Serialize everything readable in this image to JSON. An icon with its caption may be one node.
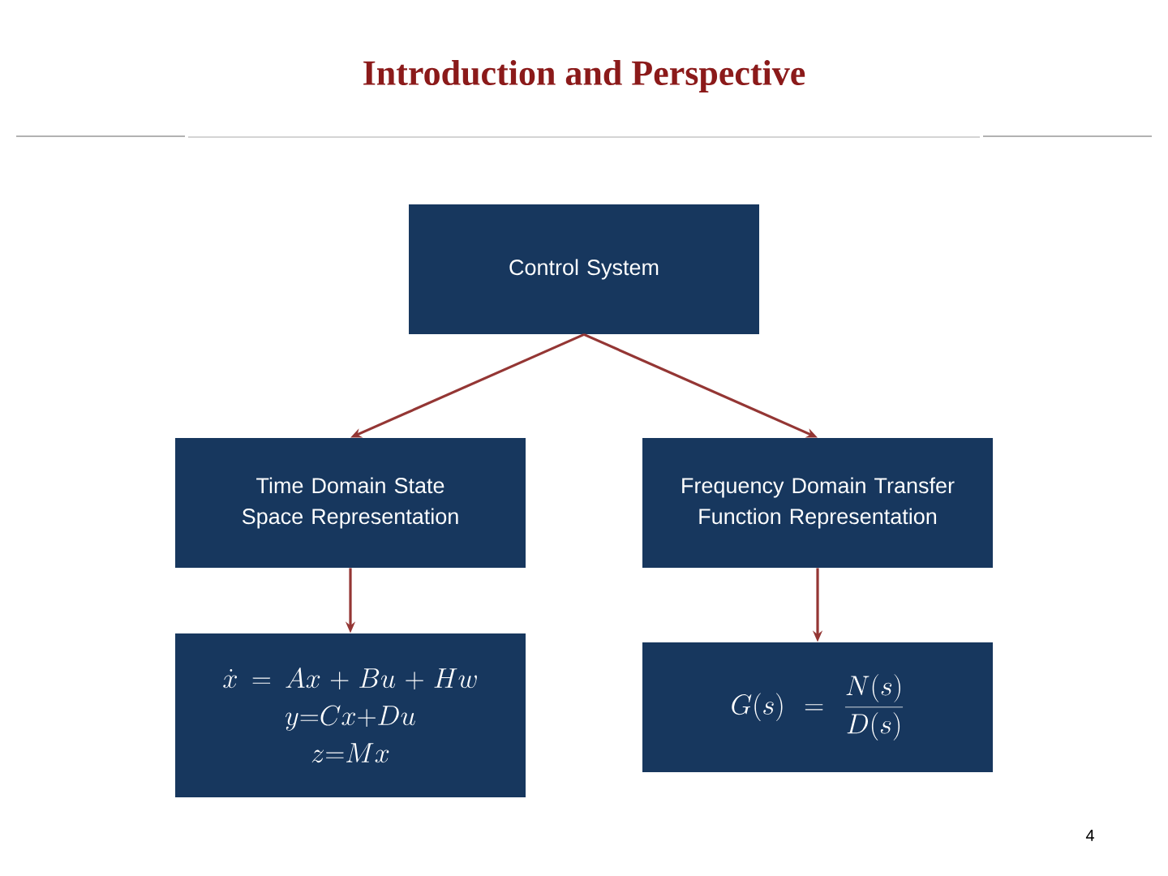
{
  "diagram": {
    "title": "Introduction and Perspective",
    "nodes": [
      {
        "text": [
          "Control System"
        ]
      },
      {
        "text": [
          "Time Domain State Space Representation"
        ]
      },
      {
        "text": [
          "Frequency Domain Transfer Function Representation"
        ]
      },
      {
        "text": [
          "\\dot{x} = Ax + Bu + Hw",
          "y{=}Cx{+}Du",
          "z{=}Mx"
        ]
      },
      {
        "text": [
          "G(s) = \\frac{N(s)}{D(s)}"
        ]
      }
    ],
    "edges": [
      {
        "from": 0,
        "to": 1,
        "arrow": "to"
      },
      {
        "from": 0,
        "to": 2,
        "arrow": "to"
      },
      {
        "from": 1,
        "to": 3,
        "arrow": "to"
      },
      {
        "from": 2,
        "to": 4,
        "arrow": "to"
      }
    ],
    "labels": [
      "4"
    ]
  }
}
